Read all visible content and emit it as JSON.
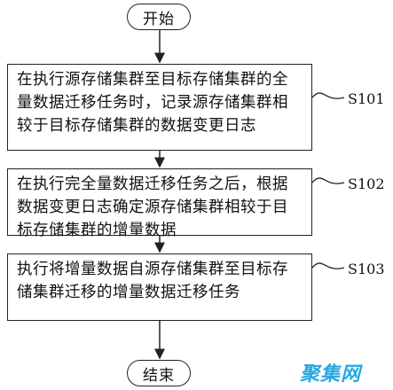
{
  "start": "开始",
  "end": "结束",
  "steps": [
    {
      "label": "S101",
      "text": "在执行源存储集群至目标存储集群的全量数据迁移任务时，记录源存储集群相较于目标存储集群的数据变更日志"
    },
    {
      "label": "S102",
      "text": "在执行完全量数据迁移任务之后，根据数据变更日志确定源存储集群相较于目标存储集群的增量数据"
    },
    {
      "label": "S103",
      "text": "执行将增量数据自源存储集群至目标存储集群迁移的增量数据迁移任务"
    }
  ],
  "watermark": "聚集网"
}
